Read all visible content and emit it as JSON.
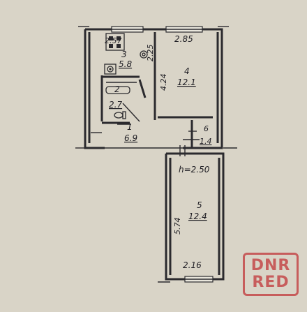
{
  "plan": {
    "ceiling_height": "h=2.50",
    "rooms": [
      {
        "number": "1",
        "area": "6.9"
      },
      {
        "number": "2",
        "area": "2.7"
      },
      {
        "number": "3",
        "area": "5.8"
      },
      {
        "number": "4",
        "area": "12.1"
      },
      {
        "number": "5",
        "area": "12.4"
      },
      {
        "number": "6",
        "area": "1.4"
      }
    ],
    "dimensions": [
      "2.57",
      "2.25",
      "2.85",
      "4.24",
      "5.74",
      "2.16"
    ]
  },
  "watermark": {
    "line1": "DNR",
    "line2": "RED"
  },
  "colors": {
    "paper": "#d9d4c7",
    "ink": "#2b2a2e",
    "watermark": "#c4494a"
  }
}
